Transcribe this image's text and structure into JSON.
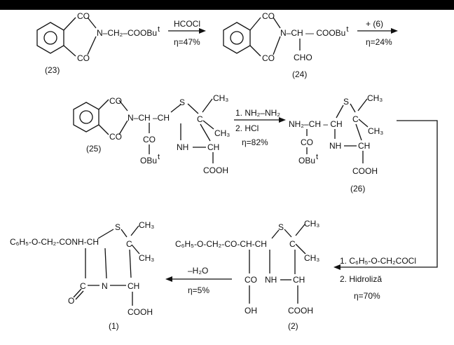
{
  "compounds": {
    "c23": {
      "label": "(23)",
      "co_top": "CO",
      "co_bottom": "CO",
      "chain": "N–CH₂–COOBu",
      "sup": "t"
    },
    "c24": {
      "label": "(24)",
      "co_top": "CO",
      "co_bottom": "CO",
      "chain": "N–CH — COOBu",
      "sup": "t",
      "cho": "CHO"
    },
    "c25": {
      "label": "(25)",
      "co_top": "CO",
      "co_bottom": "CO",
      "chain": "N–CH –CH",
      "s": "S",
      "ch3a": "CH₃",
      "c": "C",
      "ch3b": "CH₃",
      "co": "CO",
      "obu": "OBu",
      "sup": "t",
      "nh": "NH",
      "ch": "CH",
      "cooh": "COOH"
    },
    "c26": {
      "label": "(26)",
      "chain": "NH₂–CH – CH",
      "s": "S",
      "ch3a": "CH₃",
      "c": "C",
      "ch3b": "CH₃",
      "co": "CO",
      "obu": "OBu",
      "sup": "t",
      "nh": "NH",
      "ch": "CH",
      "cooh": "COOH"
    },
    "c2": {
      "label": "(2)",
      "chain": "C₆H₅-O-CH₂-CO-CH-CH",
      "s": "S",
      "ch3a": "CH₃",
      "c": "C",
      "ch3b": "CH₃",
      "co": "CO",
      "oh": "OH",
      "nh": "NH",
      "ch": "CH",
      "cooh": "COOH"
    },
    "c1": {
      "label": "(1)",
      "chain": "C₆H₅-O-CH₂-CONH-CH",
      "s": "S",
      "ch3a": "CH₃",
      "c": "C",
      "ch3b": "CH₃",
      "o": "O",
      "c2": "C",
      "n": "N",
      "ch": "CH",
      "cooh": "COOH"
    }
  },
  "reactions": {
    "r1": {
      "reagent": "HCOCl",
      "yield": "η=47%"
    },
    "r2": {
      "reagent": "+ (6)",
      "yield": "η=24%"
    },
    "r3": {
      "step1": "1. NH₂–NH₂",
      "step2": "2.  HCl",
      "yield": "η=82%"
    },
    "r4": {
      "step1": "1. C₆H₅-O-CH₂COCl",
      "step2": "2. Hidroliză",
      "yield": "η=70%"
    },
    "r5": {
      "reagent": "–H₂O",
      "yield": "η=5%"
    }
  }
}
